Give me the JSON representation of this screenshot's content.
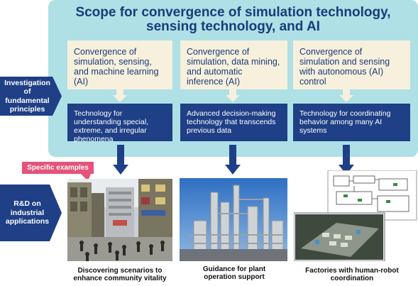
{
  "title": {
    "line1": "Scope for convergence of simulation technology,",
    "line2": "sensing technology, and AI"
  },
  "left_labels": {
    "investigation": [
      "Investigation",
      "of",
      "fundamental",
      "principles"
    ],
    "rd": [
      "R&D on",
      "industrial",
      "applications"
    ]
  },
  "columns": [
    {
      "convergence": "Convergence of simulation, sensing, and machine learning (AI)",
      "technology": "Technology for understanding special, extreme, and irregular phenomena",
      "caption": [
        "Discovering scenarios to",
        "enhance community vitality"
      ],
      "image": "busy-city-street-photo"
    },
    {
      "convergence": "Convergence of simulation, data mining, and automatic inference (AI)",
      "technology": "Advanced decision-making technology that transcends previous data",
      "caption": [
        "Guidance for plant",
        "operation support"
      ],
      "image": "industrial-plant-photo"
    },
    {
      "convergence": "Convergence of simulation and sensing with autonomous (AI) control",
      "technology": "Technology for coordinating behavior among many AI systems",
      "caption": [
        "Factories with human-robot",
        "coordination"
      ],
      "image": "factory-simulation-screens"
    }
  ],
  "badge": "Specific examples",
  "colors": {
    "panel": "#aee0e6",
    "navy": "#1f3f86",
    "cream": "#f7f0dc",
    "badge": "#e5527a",
    "title": "#1b3b7a"
  }
}
